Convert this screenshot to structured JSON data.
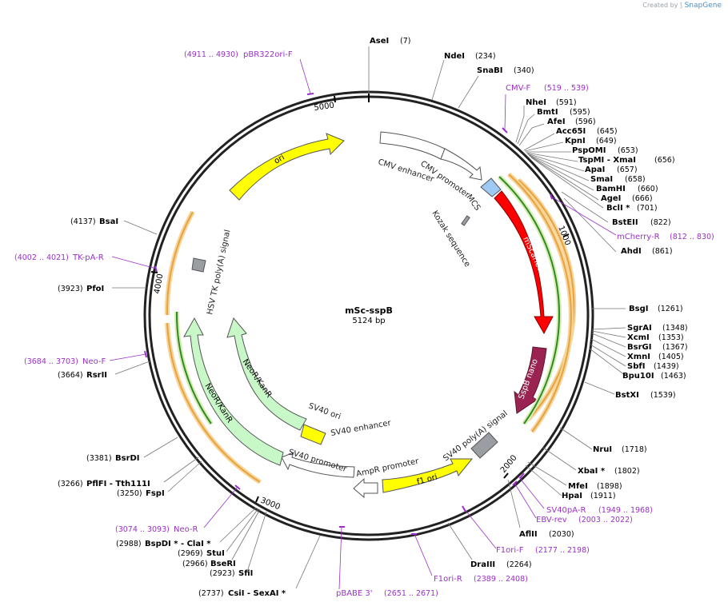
{
  "header": {
    "credit_prefix": "Created by",
    "brand": "SnapGene"
  },
  "plasmid": {
    "name": "mSc-sspB",
    "size_label": "5124 bp"
  },
  "ticks": [
    "1000",
    "2000",
    "3000",
    "4000",
    "5000"
  ],
  "features": {
    "cmv_enhancer": "CMV enhancer",
    "cmv_promoter": "CMV promoter",
    "mcs": "MCS",
    "kozak": "Kozak sequence",
    "mscarlet": "mScarlet",
    "sspb": "SspB nano",
    "sv40_polya": "SV40 poly(A) signal",
    "f1_ori": "f1 ori",
    "ampr_promoter": "AmpR promoter",
    "sv40_promoter": "SV40 promoter",
    "sv40_enhancer": "SV40 enhancer",
    "sv40_ori": "SV40 ori",
    "neor_inner": "NeoR/KanR",
    "neor_outer": "NeoR/KanR",
    "hsv_tk": "HSV TK poly(A) signal",
    "ori": "ori"
  },
  "enzymes": [
    {
      "name": "AseI",
      "pos": "(7)"
    },
    {
      "name": "NdeI",
      "pos": "(234)"
    },
    {
      "name": "SnaBI",
      "pos": "(340)"
    },
    {
      "name": "NheI",
      "pos": "(591)"
    },
    {
      "name": "BmtI",
      "pos": "(595)"
    },
    {
      "name": "AfeI",
      "pos": "(596)"
    },
    {
      "name": "Acc65I",
      "pos": "(645)"
    },
    {
      "name": "KpnI",
      "pos": "(649)"
    },
    {
      "name": "PspOMI",
      "pos": "(653)"
    },
    {
      "name": "TspMI  -  XmaI",
      "pos": "(656)"
    },
    {
      "name": "ApaI",
      "pos": "(657)"
    },
    {
      "name": "SmaI",
      "pos": "(658)"
    },
    {
      "name": "BamHI",
      "pos": "(660)"
    },
    {
      "name": "AgeI",
      "pos": "(666)"
    },
    {
      "name": "BclI  *",
      "pos": "(701)"
    },
    {
      "name": "BstEII",
      "pos": "(822)"
    },
    {
      "name": "AhdI",
      "pos": "(861)"
    },
    {
      "name": "BsgI",
      "pos": "(1261)"
    },
    {
      "name": "SgrAI",
      "pos": "(1348)"
    },
    {
      "name": "XcmI",
      "pos": "(1353)"
    },
    {
      "name": "BsrGI",
      "pos": "(1367)"
    },
    {
      "name": "XmnI",
      "pos": "(1405)"
    },
    {
      "name": "SbfI",
      "pos": "(1439)"
    },
    {
      "name": "Bpu10I",
      "pos": "(1463)"
    },
    {
      "name": "BstXI",
      "pos": "(1539)"
    },
    {
      "name": "NruI",
      "pos": "(1718)"
    },
    {
      "name": "XbaI  *",
      "pos": "(1802)"
    },
    {
      "name": "MfeI",
      "pos": "(1898)"
    },
    {
      "name": "HpaI",
      "pos": "(1911)"
    },
    {
      "name": "AflII",
      "pos": "(2030)"
    },
    {
      "name": "DraIII",
      "pos": "(2264)"
    },
    {
      "name": "CsiI  -  SexAI  *",
      "pos": "(2737)"
    },
    {
      "name": "SfiI",
      "pos": "(2923)"
    },
    {
      "name": "BseRI",
      "pos": "(2966)"
    },
    {
      "name": "StuI",
      "pos": "(2969)"
    },
    {
      "name": "BspDI  *  -  ClaI  *",
      "pos": "(2988)"
    },
    {
      "name": "FspI",
      "pos": "(3250)"
    },
    {
      "name": "PflFI  -  Tth111I",
      "pos": "(3266)"
    },
    {
      "name": "BsrDI",
      "pos": "(3381)"
    },
    {
      "name": "RsrII",
      "pos": "(3664)"
    },
    {
      "name": "PfoI",
      "pos": "(3923)"
    },
    {
      "name": "BsaI",
      "pos": "(4137)"
    }
  ],
  "primers": [
    {
      "name": "pBR322ori-F",
      "pos": "(4911 .. 4930)"
    },
    {
      "name": "CMV-F",
      "pos": "(519 .. 539)"
    },
    {
      "name": "mCherry-R",
      "pos": "(812 .. 830)"
    },
    {
      "name": "SV40pA-R",
      "pos": "(1949 .. 1968)"
    },
    {
      "name": "EBV-rev",
      "pos": "(2003 .. 2022)"
    },
    {
      "name": "F1ori-F",
      "pos": "(2177 .. 2198)"
    },
    {
      "name": "F1ori-R",
      "pos": "(2389 .. 2408)"
    },
    {
      "name": "pBABE 3'",
      "pos": "(2651 .. 2671)"
    },
    {
      "name": "Neo-R",
      "pos": "(3074 .. 3093)"
    },
    {
      "name": "Neo-F",
      "pos": "(3684 .. 3703)"
    },
    {
      "name": "TK-pA-R",
      "pos": "(4002 .. 4021)"
    }
  ],
  "colors": {
    "backbone": "#222222",
    "primer": "#9b30c9",
    "ori": "#ffff00",
    "mscarlet": "#ff0000",
    "sspb": "#9b2352",
    "neor": "#c8f7c8",
    "mcs": "#9ec9f2",
    "polya": "#9a9ea3",
    "orf_orange": "#e8a33d",
    "orf_green": "#2e8b22"
  }
}
